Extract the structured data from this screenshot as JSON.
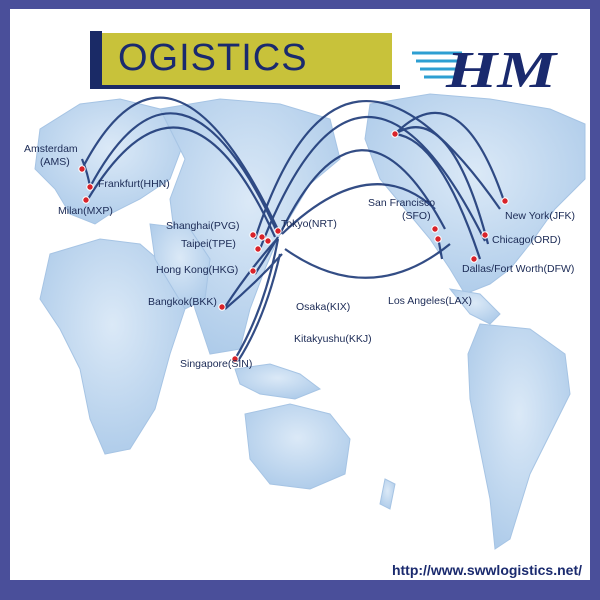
{
  "header": {
    "banner_text": "OGISTICS",
    "logo_letters": "HM",
    "accent_color": "#c8c23a",
    "brand_color": "#1a2a6e"
  },
  "map": {
    "cities": [
      {
        "label": "Amsterdam",
        "label2": "(AMS)"
      },
      {
        "label": "Frankfurt(HHN)"
      },
      {
        "label": "Milan(MXP)"
      },
      {
        "label": "Shanghai(PVG)"
      },
      {
        "label": "Taipei(TPE)"
      },
      {
        "label": "Hong Kong(HKG)"
      },
      {
        "label": "Bangkok(BKK)"
      },
      {
        "label": "Singapore(SIN)"
      },
      {
        "label": "Tokyo(NRT)"
      },
      {
        "label": "Osaka(KIX)"
      },
      {
        "label": "Kitakyushu(KKJ)"
      },
      {
        "label": "San Francisco",
        "label2": "(SFO)"
      },
      {
        "label": "Los Angeles(LAX)"
      },
      {
        "label": "New York(JFK)"
      },
      {
        "label": "Chicago(ORD)"
      },
      {
        "label": "Dallas/Fort Worth(DFW)"
      }
    ],
    "land_color": "#cfe1f4",
    "route_color": "#1e3a78",
    "marker_color": "#d8232a"
  },
  "footer": {
    "url": "http://www.swwlogistics.net/"
  }
}
